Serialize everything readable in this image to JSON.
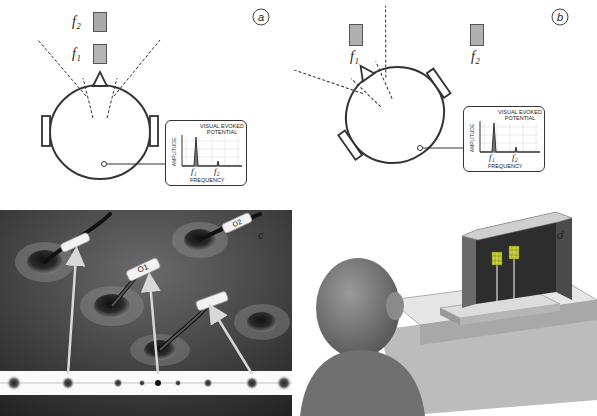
{
  "diagram": {
    "nodes": [
      {
        "text": [
          "f₂"
        ]
      },
      {
        "text": [
          "f₁"
        ]
      },
      {
        "text": [
          "VISUAL EVOKED POTENTIAL",
          "AMPLITUDE",
          "FREQUENCY",
          "f₁",
          "f₂"
        ]
      },
      {
        "text": [
          "f₁"
        ]
      },
      {
        "text": [
          "f₂"
        ]
      },
      {
        "text": [
          "VISUAL EVOKED POTENTIAL",
          "AMPLITUDE",
          "FREQUENCY",
          "f₁",
          "f₂"
        ]
      }
    ],
    "labels": [
      "a",
      "b",
      "c",
      "d",
      "O2",
      "O1"
    ]
  }
}
